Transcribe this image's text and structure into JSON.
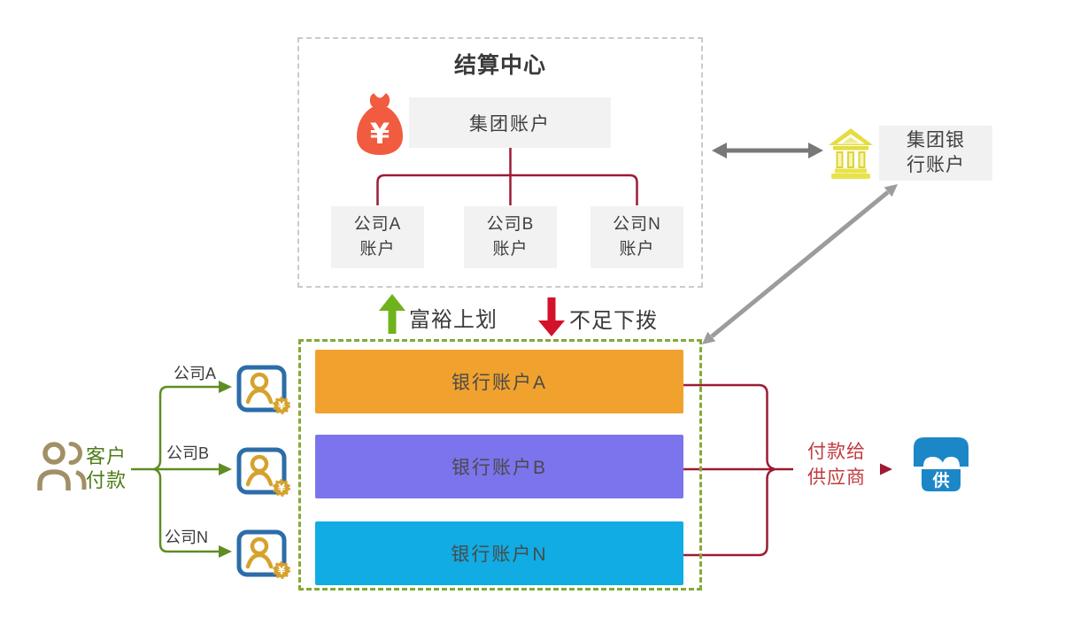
{
  "settlement": {
    "title": "结算中心",
    "group_account": "集团账户",
    "companies": [
      {
        "line1": "公司A",
        "line2": "账户"
      },
      {
        "line1": "公司B",
        "line2": "账户"
      },
      {
        "line1": "公司N",
        "line2": "账户"
      }
    ]
  },
  "flows": {
    "surplus_up": "富裕上划",
    "shortage_down": "不足下拨"
  },
  "bank_box": {
    "accounts": [
      {
        "label": "银行账户A",
        "color": "#f1a12e"
      },
      {
        "label": "银行账户B",
        "color": "#7c74ec"
      },
      {
        "label": "银行账户N",
        "color": "#10ace3"
      }
    ]
  },
  "customer": {
    "line1": "客户",
    "line2": "付款",
    "branches": [
      "公司A",
      "公司B",
      "公司N"
    ]
  },
  "supplier": {
    "line1": "付款给",
    "line2": "供应商",
    "shop_char": "供"
  },
  "group_bank": {
    "line1": "集团银",
    "line2": "行账户"
  },
  "icons": {
    "currency_symbol": "¥",
    "money_bag": "money-bag-icon",
    "bank": "bank-icon",
    "customers": "customers-icon",
    "person_card": "person-card-icon",
    "shop": "shop-icon"
  },
  "colors": {
    "crimson_line": "#9c1b33",
    "green_line": "#5e8d22",
    "up_arrow_green": "#6fb31c",
    "down_arrow_red": "#d3122b",
    "supplier_text_red": "#c23a3f",
    "gray_box": "#f2f2f2",
    "orange_bar": "#f1a12e",
    "purple_bar": "#7c74ec",
    "cyan_bar": "#10ace3",
    "gray_arrow": "#787878"
  }
}
